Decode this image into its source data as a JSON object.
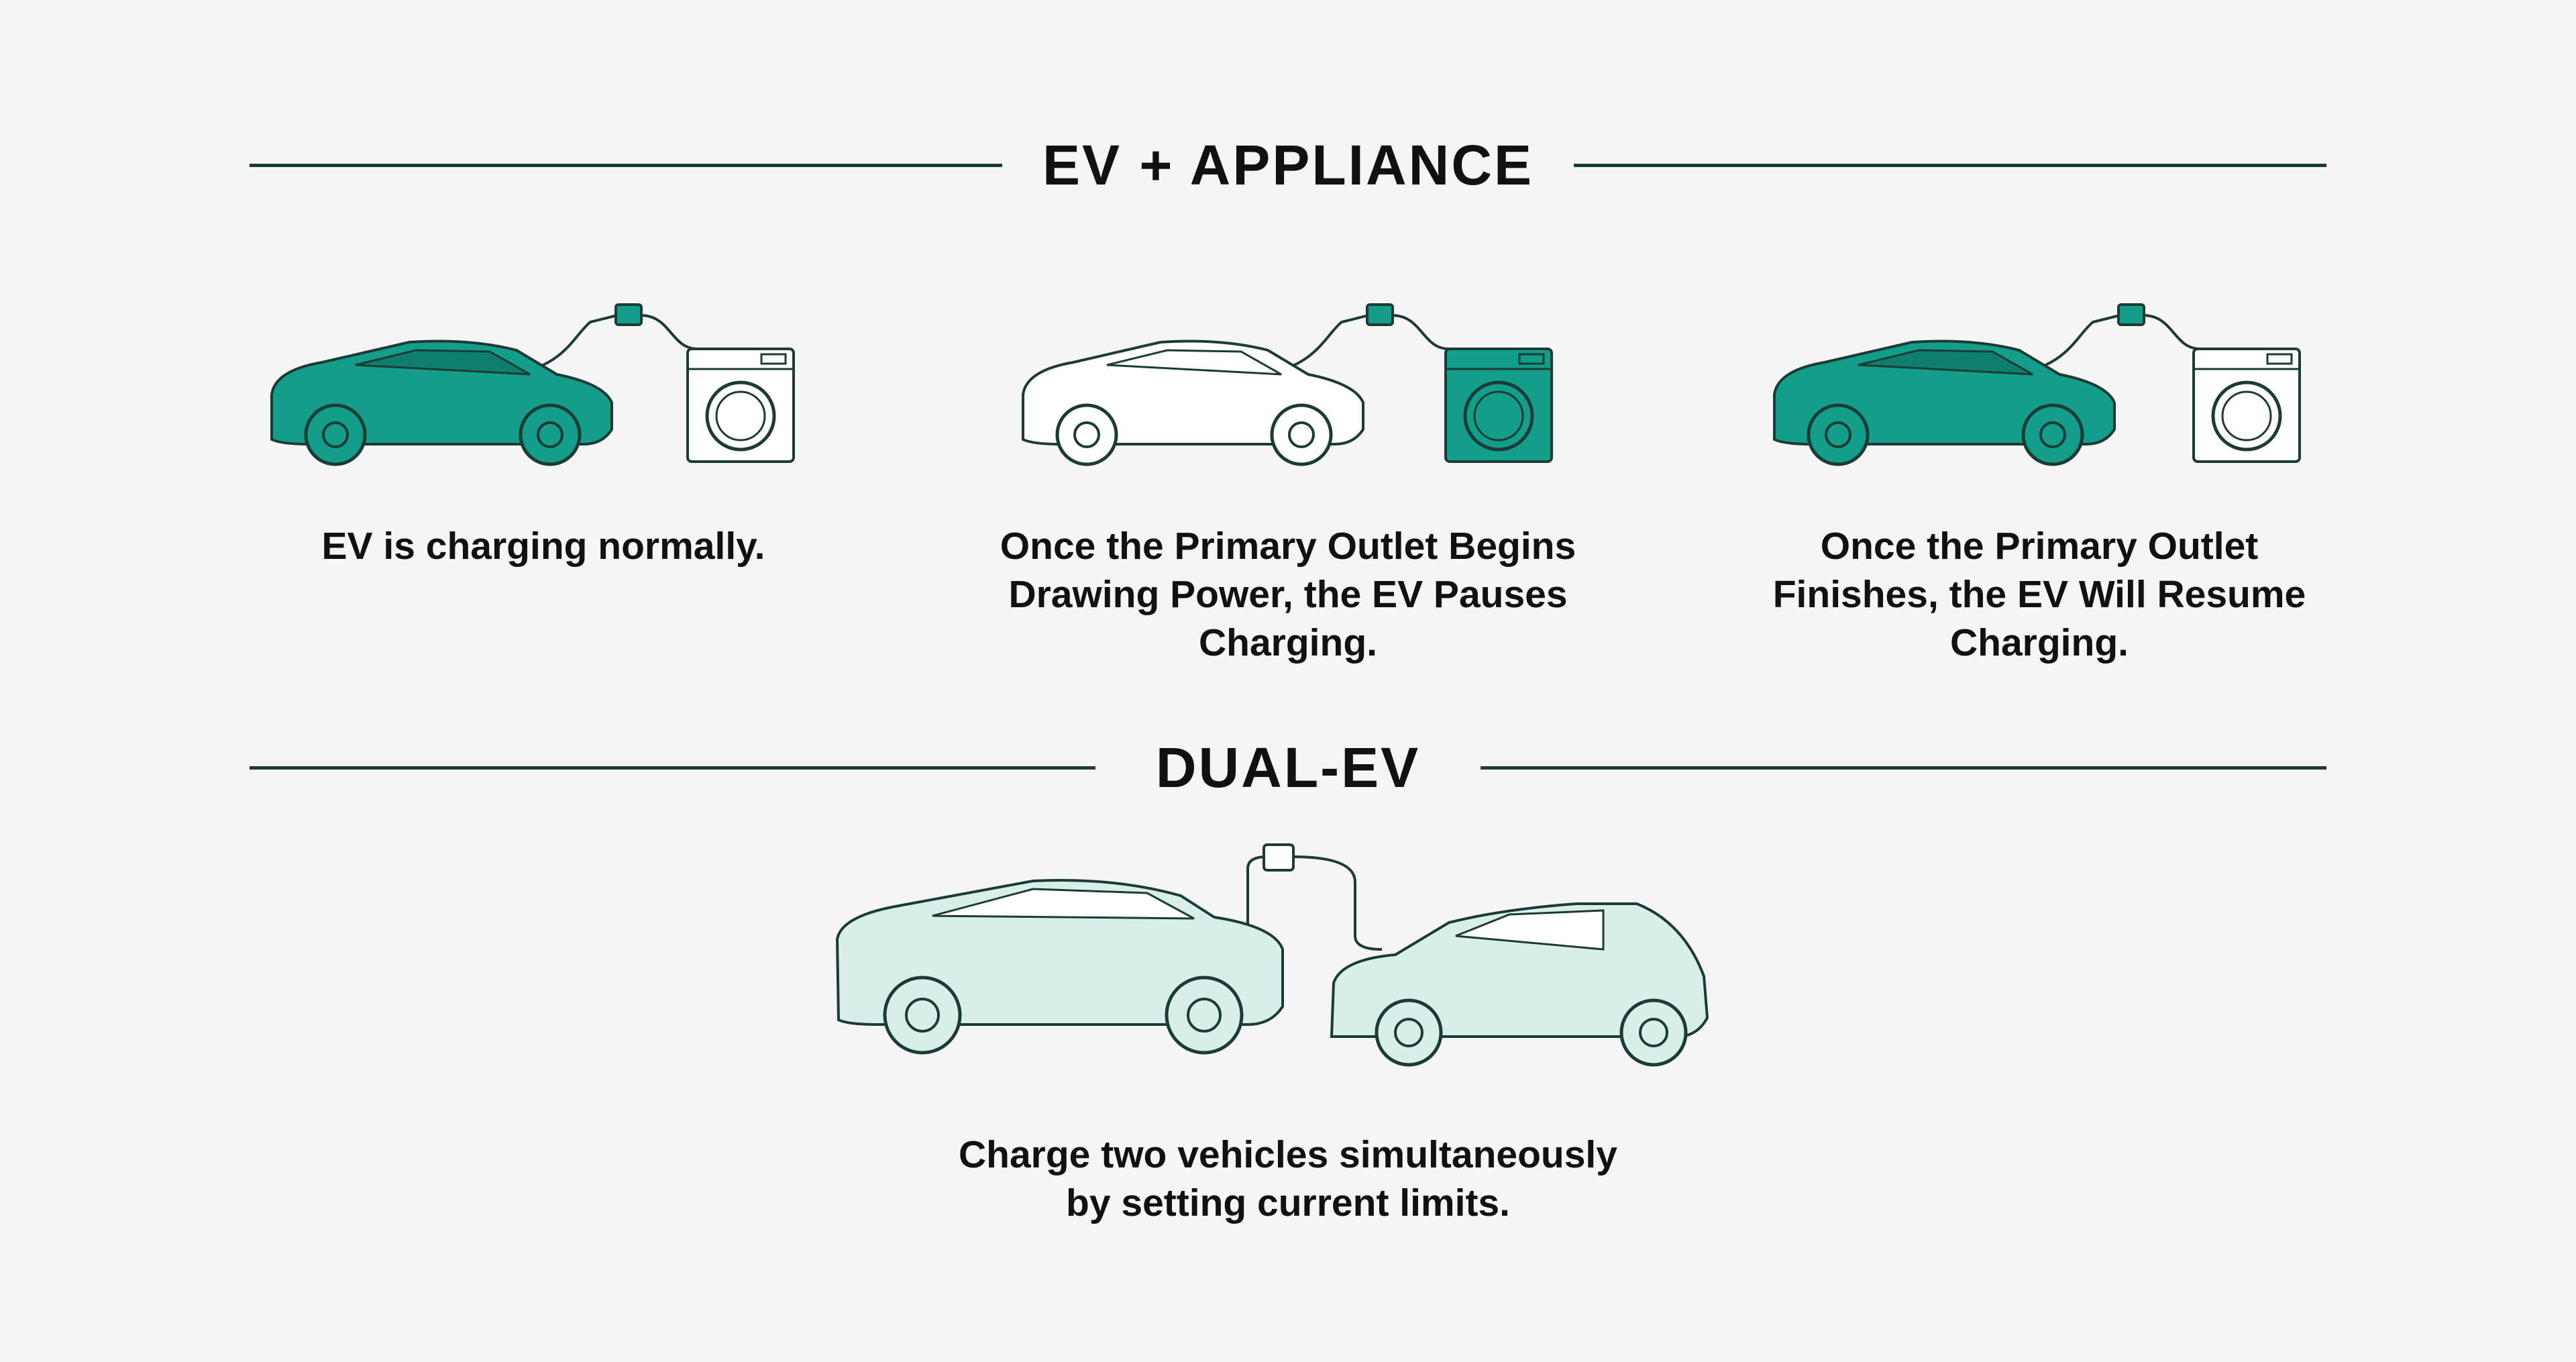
{
  "sections": {
    "ev_appliance": {
      "title": "EV + APPLIANCE"
    },
    "dual_ev": {
      "title": "DUAL-EV"
    }
  },
  "scenarios": [
    {
      "caption": "EV is charging normally.",
      "active": "car"
    },
    {
      "caption": "Once the Primary Outlet Begins Drawing Power, the EV Pauses Charging.",
      "active": "washer"
    },
    {
      "caption": "Once the Primary Outlet Finishes, the EV Will Resume Charging.",
      "active": "car"
    }
  ],
  "dual": {
    "caption": "Charge two vehicles simultaneously by setting current limits."
  },
  "colors": {
    "accent": "#139e8a",
    "line": "#1d3b36",
    "light": "#d8efe9",
    "background": "#f5f5f5"
  }
}
